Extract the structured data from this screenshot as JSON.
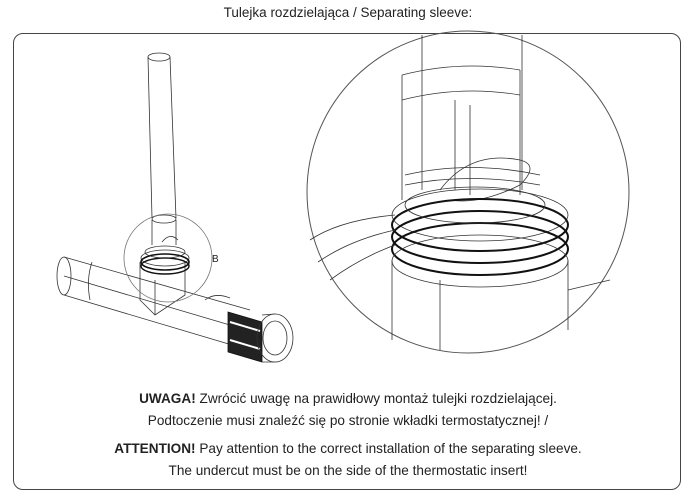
{
  "title": "Tulejka rozdzielająca / Separating sleeve:",
  "drawing": {
    "detail_label": "B"
  },
  "notes": {
    "pl_strong": "UWAGA!",
    "pl_line1": " Zwrócić uwagę na prawidłowy montaż tulejki rozdzielającej.",
    "pl_line2": "Podtoczenie musi znaleźć się po stronie wkładki termostatycznej! /",
    "en_strong": "ATTENTION!",
    "en_line1": " Pay attention to the correct installation of the separating sleeve.",
    "en_line2": "The undercut must be on the side of the thermostatic insert!"
  }
}
